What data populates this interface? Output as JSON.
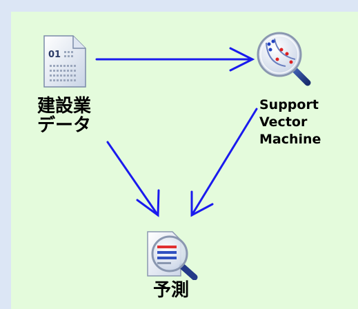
{
  "diagram": {
    "nodes": [
      {
        "id": "data",
        "label_lines": [
          "建設業",
          "データ"
        ],
        "icon": "data-file-icon",
        "icon_text": "01"
      },
      {
        "id": "svm",
        "label_lines": [
          "Support",
          "Vector",
          "Machine"
        ],
        "icon": "scatter-magnifier-icon"
      },
      {
        "id": "pred",
        "label_lines": [
          "予測"
        ],
        "icon": "document-magnifier-icon"
      }
    ],
    "edges": [
      {
        "from": "data",
        "to": "svm"
      },
      {
        "from": "data",
        "to": "pred"
      },
      {
        "from": "svm",
        "to": "pred"
      }
    ],
    "colors": {
      "edge": "#1a1aee",
      "canvas": "#e4fbdc",
      "frame": "#dce6f5"
    }
  }
}
